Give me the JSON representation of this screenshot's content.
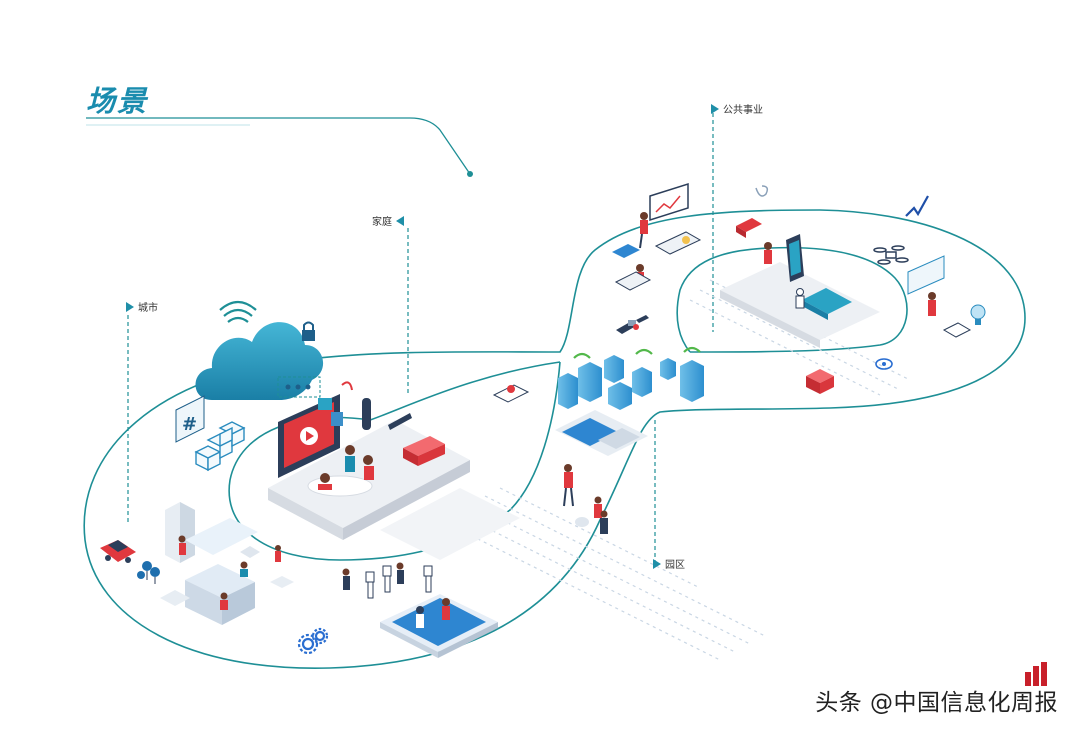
{
  "title": "场景",
  "labels": {
    "city": "城市",
    "home": "家庭",
    "public": "公共事业",
    "park": "园区"
  },
  "watermark": "头条 @中国信息化周报",
  "colors": {
    "accent": "#1f8fa8",
    "title": "#1a8cae",
    "path": "#1e8f96",
    "cloud": "#2aa3c4",
    "highlight_red": "#e0383e",
    "building_blue": "#4aa7d8",
    "platform": "#ebeef2"
  },
  "icons": [
    "wifi-icon",
    "cloud-icon",
    "lock-icon",
    "hashtag-icon",
    "gear-icon",
    "lightbulb-icon",
    "drone-icon",
    "location-pin-icon",
    "satellite-icon",
    "car-icon",
    "robot-icon"
  ]
}
